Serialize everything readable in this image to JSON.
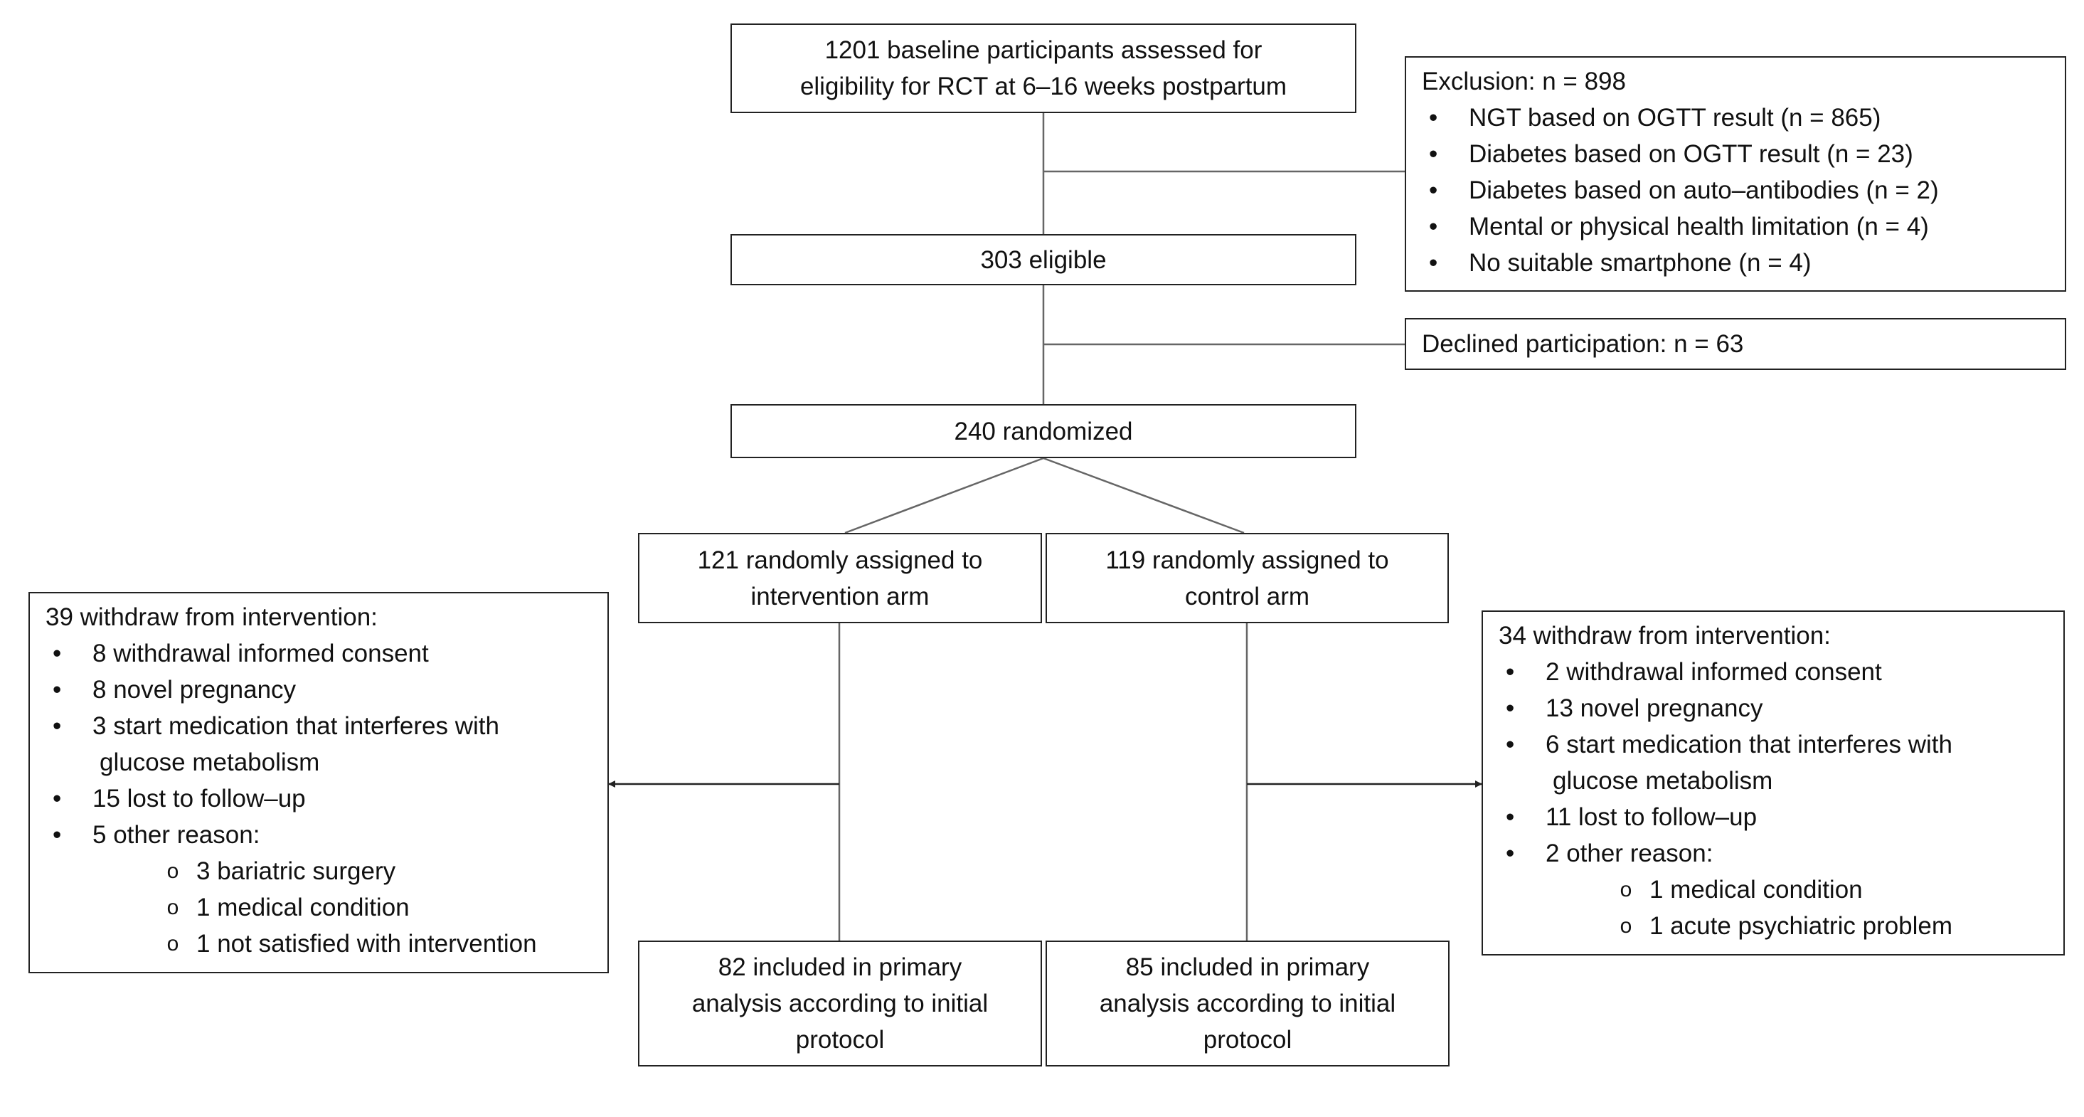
{
  "assessed": {
    "line1": "1201 baseline participants assessed for",
    "line2": "eligibility for RCT at 6–16 weeks postpartum"
  },
  "exclusion": {
    "title": "Exclusion: n = 898",
    "bullet": "•",
    "items": [
      "NGT based on OGTT result (n = 865)",
      "Diabetes based on OGTT result (n = 23)",
      "Diabetes based on auto–antibodies (n = 2)",
      "Mental or physical health limitation (n = 4)",
      "No suitable smartphone (n = 4)"
    ]
  },
  "eligible": {
    "text": "303 eligible"
  },
  "declined": {
    "text": "Declined participation: n = 63"
  },
  "randomized": {
    "text": "240 randomized"
  },
  "intervention_arm": {
    "line1": "121 randomly assigned to",
    "line2": "intervention arm"
  },
  "control_arm": {
    "line1": "119 randomly assigned to",
    "line2": "control arm"
  },
  "withdraw_left": {
    "title": "39 withdraw from intervention:",
    "bullet": "•",
    "sub_bullet": "o",
    "items": [
      "8 withdrawal informed consent",
      "8 novel pregnancy",
      "3 start medication that interferes with",
      "glucose metabolism",
      "15 lost to follow–up",
      "5 other reason:"
    ],
    "sub_items": [
      "3 bariatric surgery",
      "1 medical condition",
      "1 not satisfied with intervention"
    ]
  },
  "withdraw_right": {
    "title": "34 withdraw from intervention:",
    "bullet": "•",
    "sub_bullet": "o",
    "items": [
      "2 withdrawal informed consent",
      "13 novel pregnancy",
      "6 start medication that interferes with",
      "glucose metabolism",
      "11 lost to follow–up",
      "2 other reason:"
    ],
    "sub_items": [
      "1 medical condition",
      "1 acute psychiatric problem"
    ]
  },
  "included_left": {
    "line1": "82 included in primary",
    "line2": "analysis according to initial",
    "line3": "protocol"
  },
  "included_right": {
    "line1": "85 included in primary",
    "line2": "analysis according to initial",
    "line3": "protocol"
  }
}
